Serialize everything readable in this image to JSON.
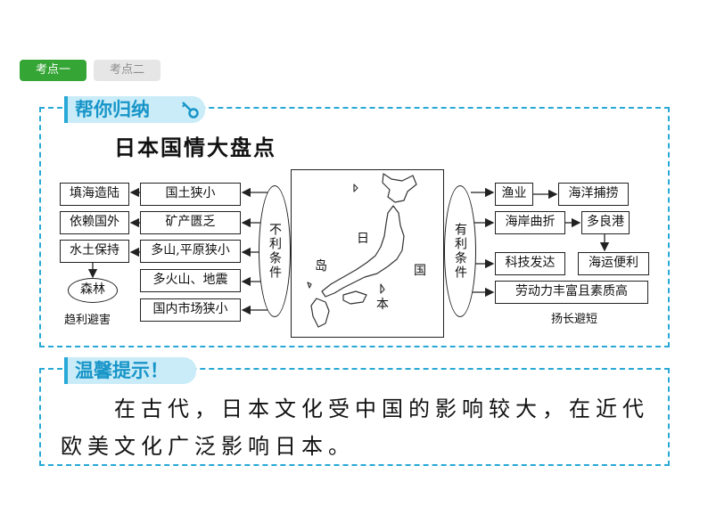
{
  "tabs": [
    {
      "label": "考点一",
      "active": true
    },
    {
      "label": "考点二",
      "active": false
    }
  ],
  "summary": {
    "badge": "帮你归纳",
    "title": "日本国情大盘点",
    "left_oval": "不利条件",
    "right_oval": "有利条件",
    "left_causes": [
      "国土狭小",
      "矿产匮乏",
      "多山,平原狭小",
      "多火山、地震",
      "国内市场狭小"
    ],
    "left_results": [
      "填海造陆",
      "依赖国外",
      "水土保持"
    ],
    "forest": "森林",
    "left_note": "趋利避害",
    "right_causes": [
      "渔业",
      "海岸曲折",
      "科技发达",
      "劳动力丰富且素质高"
    ],
    "right_results": [
      "海洋捕捞",
      "多良港",
      "海运便利"
    ],
    "right_note": "扬长避短",
    "map_labels": {
      "ri": "日",
      "dao": "岛",
      "guo": "国",
      "ben": "本"
    }
  },
  "tips": {
    "badge": "温馨提示！",
    "text": "在古代，日本文化受中国的影响较大，在近代欧美文化广泛影响日本。"
  },
  "colors": {
    "accent": "#27a8d6",
    "tab_green": "#35a535"
  }
}
